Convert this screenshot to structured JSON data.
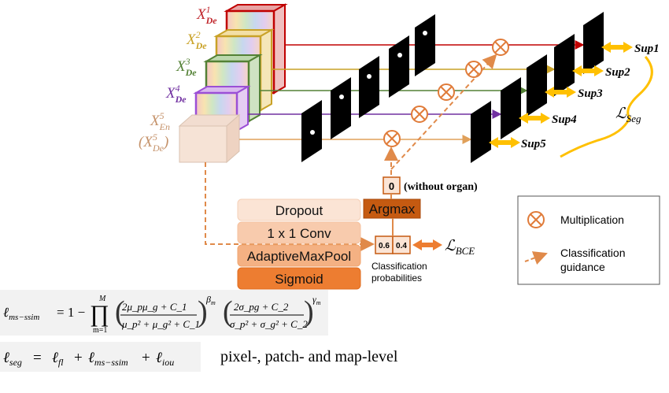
{
  "feature_labels": {
    "de1": {
      "base": "X",
      "sub": "De",
      "sup": "1",
      "color": "#c0272d"
    },
    "de2": {
      "base": "X",
      "sub": "De",
      "sup": "2",
      "color": "#c9a227"
    },
    "de3": {
      "base": "X",
      "sub": "De",
      "sup": "3",
      "color": "#538135"
    },
    "de4": {
      "base": "X",
      "sub": "De",
      "sup": "4",
      "color": "#7030a0"
    },
    "en5": {
      "base": "X",
      "sub": "En",
      "sup": "5",
      "color": "#c5926a"
    },
    "de5": {
      "base": "(X",
      "sub": "De",
      "sup": "5",
      "close": ")",
      "color": "#c5926a"
    }
  },
  "sup_labels": [
    "Sup1",
    "Sup2",
    "Sup3",
    "Sup4",
    "Sup5"
  ],
  "loss_seg": {
    "base": "ℒ",
    "sub": "Seg"
  },
  "loss_bce": {
    "base": "ℒ",
    "sub": "BCE"
  },
  "cgm": {
    "dropout": "Dropout",
    "conv": "1 x 1 Conv",
    "pool": "AdaptiveMaxPool",
    "sigmoid": "Sigmoid",
    "argmax": "Argmax",
    "zero": "0",
    "without_organ": "(without organ)",
    "prob_a": "0.6",
    "prob_b": "0.4",
    "prob_caption_1": "Classification",
    "prob_caption_2": "probabilities"
  },
  "legend": {
    "multiplication": "Multiplication",
    "guidance_1": "Classification",
    "guidance_2": "guidance"
  },
  "formulas": {
    "ms_ssim_lhs": "ℓ",
    "ms_ssim_lhs_sub": "ms−ssim",
    "ms_ssim_rhs_prefix": "= 1 −",
    "prod_top": "M",
    "prod_bottom": "m=1",
    "frac1_num": "2μ_pμ_g + C_1",
    "frac1_den": "μ_p² + μ_g² + C_1",
    "exp1": "β",
    "exp1_sub": "m",
    "frac2_num": "2σ_pg + C_2",
    "frac2_den": "σ_p² + σ_g² + C_2",
    "exp2": "γ",
    "exp2_sub": "m",
    "seg_lhs_sub": "seg",
    "seg_eq": "=",
    "seg_t1_sub": "fl",
    "seg_t2_sub": "ms−ssim",
    "seg_t3_sub": "iou",
    "plus": "+",
    "caption": "pixel-, patch- and map-level"
  },
  "colors": {
    "orange": "#ed7d31",
    "orange_dark": "#c55a11",
    "arrow_yellow": "#ffc000",
    "red": "#c00000"
  }
}
